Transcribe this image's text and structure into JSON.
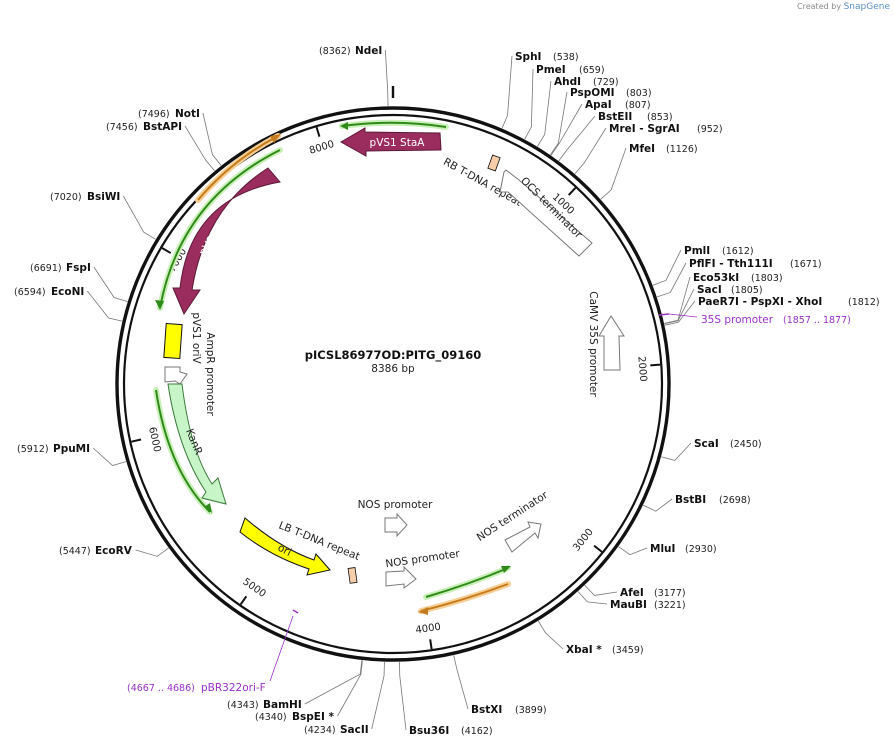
{
  "credit": {
    "prefix": "Created by",
    "brand": "SnapGene"
  },
  "plasmid": {
    "name": "pICSL86977OD:PITG_09160",
    "length_label": "8386 bp",
    "length": 8386
  },
  "ticks": [
    1000,
    2000,
    3000,
    4000,
    5000,
    6000,
    7000,
    8000
  ],
  "sites": [
    {
      "name": "NdeI",
      "pos": "(8362)",
      "at": 8362
    },
    {
      "name": "SphI",
      "pos": "(538)",
      "at": 538
    },
    {
      "name": "PmeI",
      "pos": "(659)",
      "at": 659
    },
    {
      "name": "AhdI",
      "pos": "(729)",
      "at": 729
    },
    {
      "name": "PspOMI",
      "pos": "(803)",
      "at": 803
    },
    {
      "name": "ApaI",
      "pos": "(807)",
      "at": 807
    },
    {
      "name": "BstEII",
      "pos": "(853)",
      "at": 853
    },
    {
      "name": "MreI - SgrAI",
      "pos": "(952)",
      "at": 952
    },
    {
      "name": "MfeI",
      "pos": "(1126)",
      "at": 1126
    },
    {
      "name": "PmlI",
      "pos": "(1612)",
      "at": 1612
    },
    {
      "name": "PflFI - Tth111I",
      "pos": "(1671)",
      "at": 1671
    },
    {
      "name": "Eco53kI",
      "pos": "(1803)",
      "at": 1803
    },
    {
      "name": "SacI",
      "pos": "(1805)",
      "at": 1805
    },
    {
      "name": "PaeR7I - PspXI - XhoI",
      "pos": "(1812)",
      "at": 1812
    },
    {
      "name": "ScaI",
      "pos": "(2450)",
      "at": 2450
    },
    {
      "name": "BstBI",
      "pos": "(2698)",
      "at": 2698
    },
    {
      "name": "MluI",
      "pos": "(2930)",
      "at": 2930
    },
    {
      "name": "AfeI",
      "pos": "(3177)",
      "at": 3177
    },
    {
      "name": "MauBI",
      "pos": "(3221)",
      "at": 3221
    },
    {
      "name": "XbaI *",
      "pos": "(3459)",
      "at": 3459
    },
    {
      "name": "BstXI",
      "pos": "(3899)",
      "at": 3899
    },
    {
      "name": "Bsu36I",
      "pos": "(4162)",
      "at": 4162
    },
    {
      "name": "SacII",
      "pos": "(4234)",
      "at": 4234
    },
    {
      "name": "BspEI *",
      "pos": "(4340)",
      "at": 4340
    },
    {
      "name": "BamHI",
      "pos": "(4343)",
      "at": 4343
    },
    {
      "name": "EcoRV",
      "pos": "(5447)",
      "at": 5447
    },
    {
      "name": "PpuMI",
      "pos": "(5912)",
      "at": 5912
    },
    {
      "name": "EcoNI",
      "pos": "(6594)",
      "at": 6594
    },
    {
      "name": "FspI",
      "pos": "(6691)",
      "at": 6691
    },
    {
      "name": "BsiWI",
      "pos": "(7020)",
      "at": 7020
    },
    {
      "name": "BstAPI",
      "pos": "(7456)",
      "at": 7456
    },
    {
      "name": "NotI",
      "pos": "(7496)",
      "at": 7496
    }
  ],
  "features": {
    "pvs1_staa": "pVS1 StaA",
    "pvs1_repa": "pVS1 RepA",
    "rb_repeat": "RB T-DNA repeat",
    "ocs_term": "OCS terminator",
    "camv_35s": "CaMV 35S promoter",
    "pvs1_ori": "pVS1 oriV",
    "ampr_prom": "AmpR promoter",
    "kanr": "KanR",
    "lb_repeat": "LB T-DNA repeat",
    "ori": "ori",
    "nos_prom_1": "NOS promoter",
    "nos_prom_2": "NOS promoter",
    "nos_term": "NOS terminator"
  },
  "primers": [
    {
      "name": "35S promoter",
      "range": "(1857 .. 1877)"
    },
    {
      "name": "pBR322ori-F",
      "range": "(4667 .. 4686)"
    }
  ],
  "colors": {
    "backbone": "#111111",
    "cds": "#9a2c5e",
    "ori": "#ffff00",
    "kanr": "#c8f5c8",
    "repeat": "#f6cfaa",
    "primer": "#9b30c8",
    "orf_green": "#2f8a1a",
    "orf_orange": "#c57b1d"
  }
}
